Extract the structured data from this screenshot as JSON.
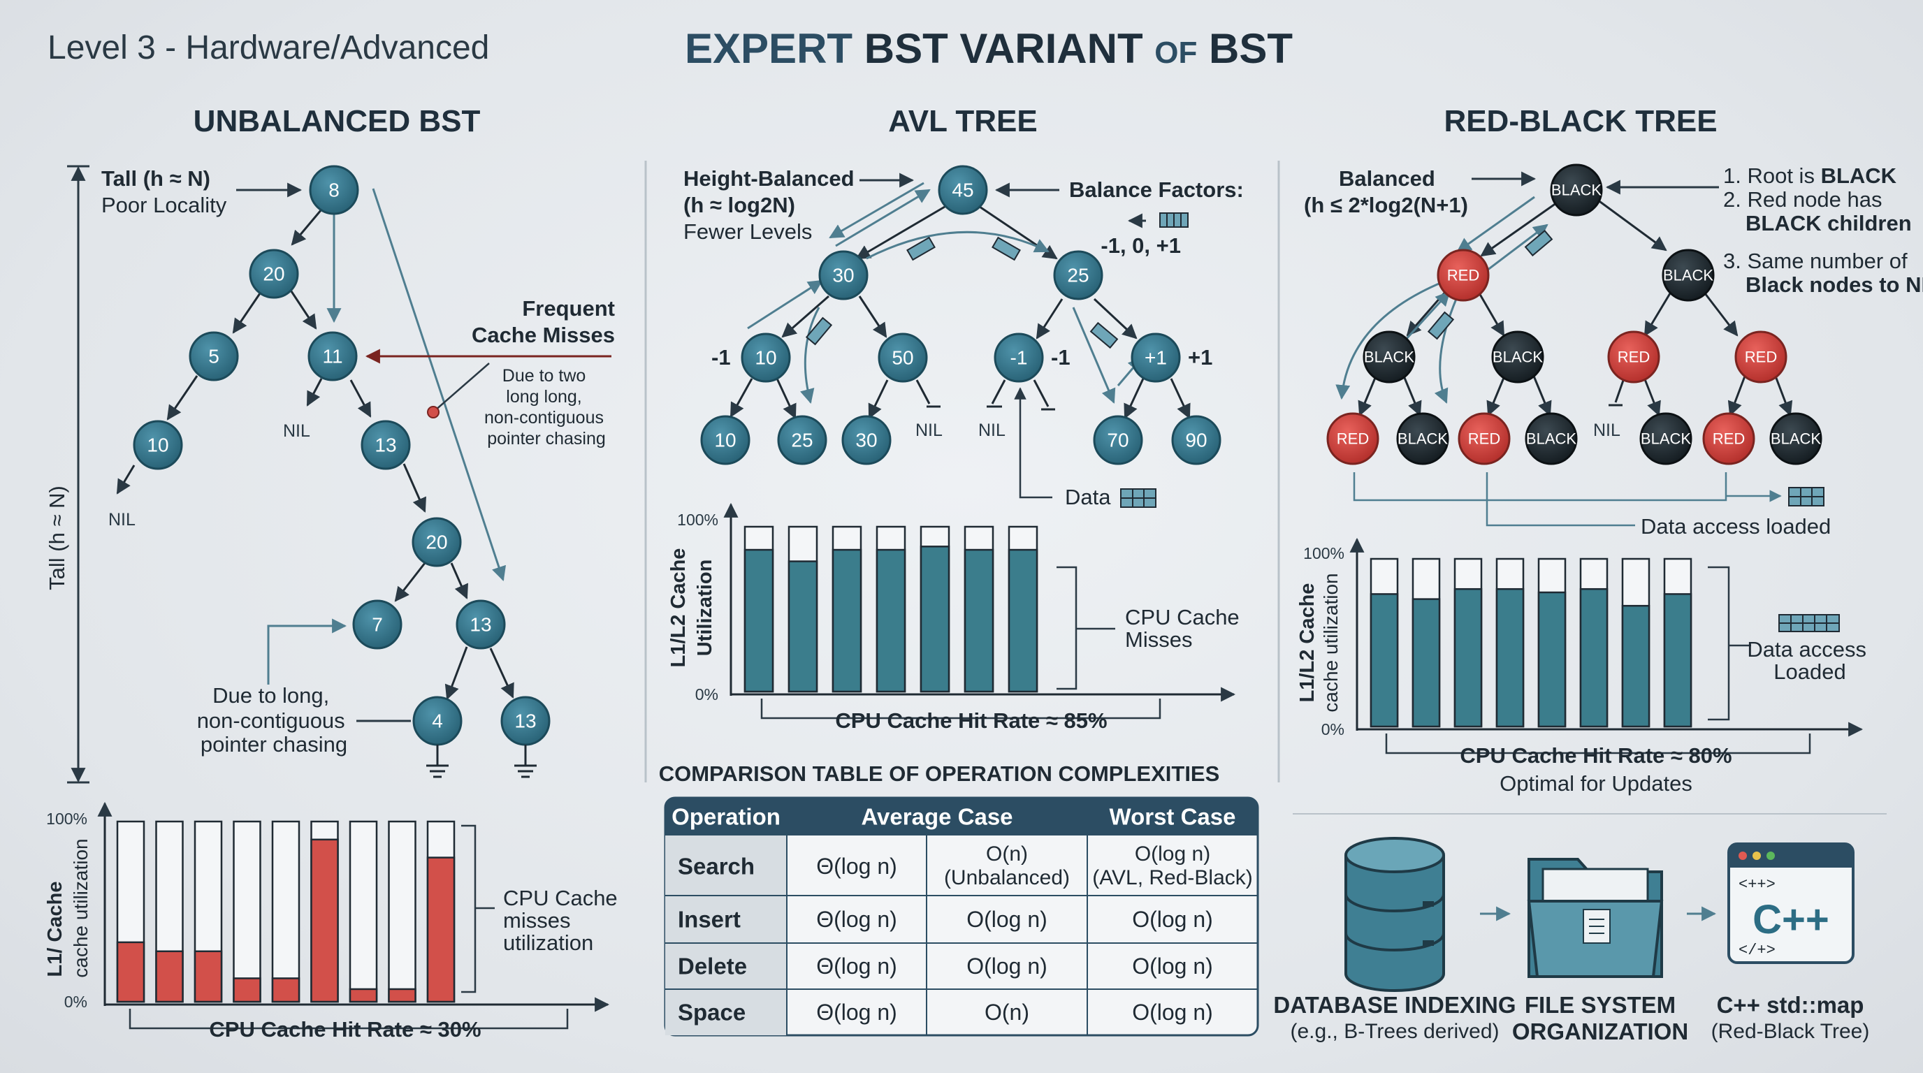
{
  "header": {
    "level_label": "Level 3 - Hardware/Advanced",
    "title_a": "EXPERT",
    "title_b": " BST VARIANT ",
    "title_c": "OF",
    "title_d": " BST"
  },
  "colors": {
    "node": "#2f6f86",
    "red_node": "#d2413c",
    "black_node": "#1f2a30",
    "bar_teal": "#3b7d8c",
    "bar_red": "#d2504a",
    "table_header": "#2c4d63"
  },
  "unbalanced": {
    "title": "UNBALANCED BST",
    "tall_label": "Tall (h ≈ N)",
    "tall_sub": "Poor Locality",
    "axis_label": "Tall (h ≈ N)",
    "cache_title_1": "Frequent",
    "cache_title_2": "Cache Misses",
    "cache_note": [
      "Due to two",
      "long long,",
      "non-contiguous",
      "pointer chasing"
    ],
    "pointer_note": [
      "Due to long,",
      "non-contiguous",
      "pointer chasing"
    ],
    "nodes": [
      "8",
      "20",
      "5",
      "11",
      "10",
      "13",
      "20",
      "7",
      "13",
      "4",
      "13"
    ],
    "nil": "NIL",
    "chart_ylabel_1": "L1/ Cache",
    "chart_ylabel_2": "cache utilization",
    "chart_note": [
      "CPU Cache",
      "misses",
      "utilization"
    ],
    "hit_rate": "CPU Cache Hit Rate ≈ 30%"
  },
  "avl": {
    "title": "AVL TREE",
    "hb_1": "Height-Balanced",
    "hb_2": "(h ≈ log2N)",
    "hb_3": "Fewer Levels",
    "bf_title": "Balance Factors:",
    "bf_values": "-1, 0, +1",
    "nodes": [
      "45",
      "30",
      "25",
      "10",
      "50",
      "-1",
      "+1",
      "10",
      "25",
      "30",
      "70",
      "90"
    ],
    "side_labels": [
      "-1",
      "-1",
      "+1"
    ],
    "nil": "NIL",
    "data_label": "Data",
    "chart_ylabel_1": "L1/L2 Cache",
    "chart_ylabel_2": "Utilization",
    "chart_note": [
      "CPU Cache",
      "Misses"
    ],
    "hit_rate": "CPU Cache Hit Rate ≈ 85%"
  },
  "rbt": {
    "title": "RED-BLACK TREE",
    "bal_1": "Balanced",
    "bal_2": "(h ≤ 2*log2(N+1)",
    "rule_1a": "1. Root is ",
    "rule_1b": "BLACK",
    "rule_2a": "2. Red node has",
    "rule_2b": "BLACK children",
    "rule_3a": "3. Same number of",
    "rule_3b": "Black nodes to NIL",
    "black": "BLACK",
    "red": "RED",
    "nil": "NIL",
    "data_access": "Data access loaded",
    "chart_ylabel_1": "L1/L2 Cache",
    "chart_ylabel_2": "cache utilization",
    "chart_note": [
      "Data access",
      "Loaded"
    ],
    "hit_rate": "CPU Cache Hit Rate ≈ 80%",
    "hit_sub": "Optimal for Updates"
  },
  "table": {
    "title": "COMPARISON TABLE OF OPERATION COMPLEXITIES",
    "headers": [
      "Operation",
      "Average Case",
      "Worst Case"
    ],
    "rows": [
      {
        "op": "Search",
        "avg": "Θ(log n)",
        "avg2a": "O(n)",
        "avg2b": "(Unbalanced)",
        "worst_a": "O(log n)",
        "worst_b": "(AVL, Red-Black)"
      },
      {
        "op": "Insert",
        "avg": "Θ(log n)",
        "avg2": "O(log n)",
        "worst": "O(log n)"
      },
      {
        "op": "Delete",
        "avg": "Θ(log n)",
        "avg2": "O(log n)",
        "worst": "O(log n)"
      },
      {
        "op": "Space",
        "avg": "Θ(log n)",
        "avg2": "O(n)",
        "worst": "O(log n)"
      }
    ]
  },
  "apps": {
    "db_1": "DATABASE INDEXING",
    "db_2": "(e.g., B-Trees derived)",
    "fs_1": "FILE SYSTEM",
    "fs_2": "ORGANIZATION",
    "cpp_1": "C++ std::map",
    "cpp_2": "(Red-Black Tree)",
    "cpp_icon": "C++",
    "cpp_tag_1": "<++>",
    "cpp_tag_2": "</+>"
  },
  "chart_data": [
    {
      "type": "bar",
      "title": "",
      "ylabel": "L1/ Cache cache utilization",
      "xlabel": "CPU Cache Hit Rate ≈ 30%",
      "ylim": [
        0,
        100
      ],
      "y_ticks": [
        "100%",
        "0%"
      ],
      "series": [
        {
          "name": "",
          "values": [
            33,
            28,
            28,
            13,
            13,
            90,
            7,
            7,
            80
          ]
        }
      ],
      "colors": "red"
    },
    {
      "type": "bar",
      "title": "",
      "ylabel": "L1/L2 Cache Utilization",
      "xlabel": "CPU Cache Hit Rate ≈ 85%",
      "ylim": [
        0,
        100
      ],
      "y_ticks": [
        "100%",
        "0%"
      ],
      "series": [
        {
          "name": "",
          "values": [
            86,
            79,
            86,
            86,
            88,
            86,
            86
          ]
        }
      ],
      "colors": "teal"
    },
    {
      "type": "bar",
      "title": "",
      "ylabel": "L1/L2 Cache cache utilization",
      "xlabel": "CPU Cache Hit Rate ≈ 80%",
      "ylim": [
        0,
        100
      ],
      "y_ticks": [
        "100%",
        "0%"
      ],
      "series": [
        {
          "name": "",
          "values": [
            79,
            76,
            82,
            82,
            80,
            82,
            72,
            79
          ]
        }
      ],
      "colors": "teal"
    }
  ]
}
